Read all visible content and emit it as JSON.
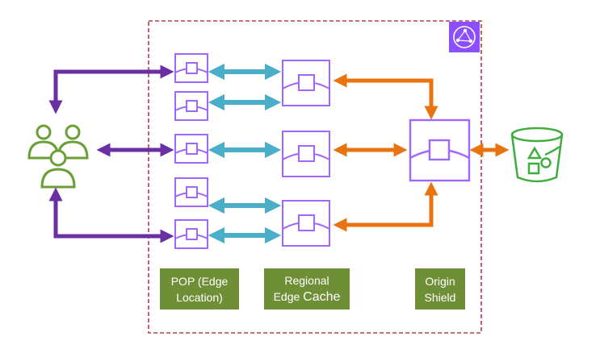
{
  "labels": {
    "pop": {
      "line1": "POP (Edge",
      "line2": "Location)"
    },
    "regional": {
      "line1": "Regional",
      "line2_a": "Edge ",
      "line2_b": "Cache"
    },
    "origin": {
      "line1": "Origin",
      "line2": "Shield"
    }
  },
  "colors": {
    "purple_arrow": "#6a2fa0",
    "teal_arrow": "#4aaec8",
    "orange_arrow": "#e8730f",
    "node_stroke": "#a166ff",
    "users_green": "#6a9e37",
    "bucket_green": "#3fae3f",
    "boundary_red": "#b0414d",
    "label_bg": "#6f8f36",
    "logo_bg": "#8c4fff"
  },
  "icons": {
    "logo": "cloudfront-icon",
    "users": "users-group-icon",
    "bucket": "s3-bucket-icon",
    "node": "cache-node-icon"
  }
}
